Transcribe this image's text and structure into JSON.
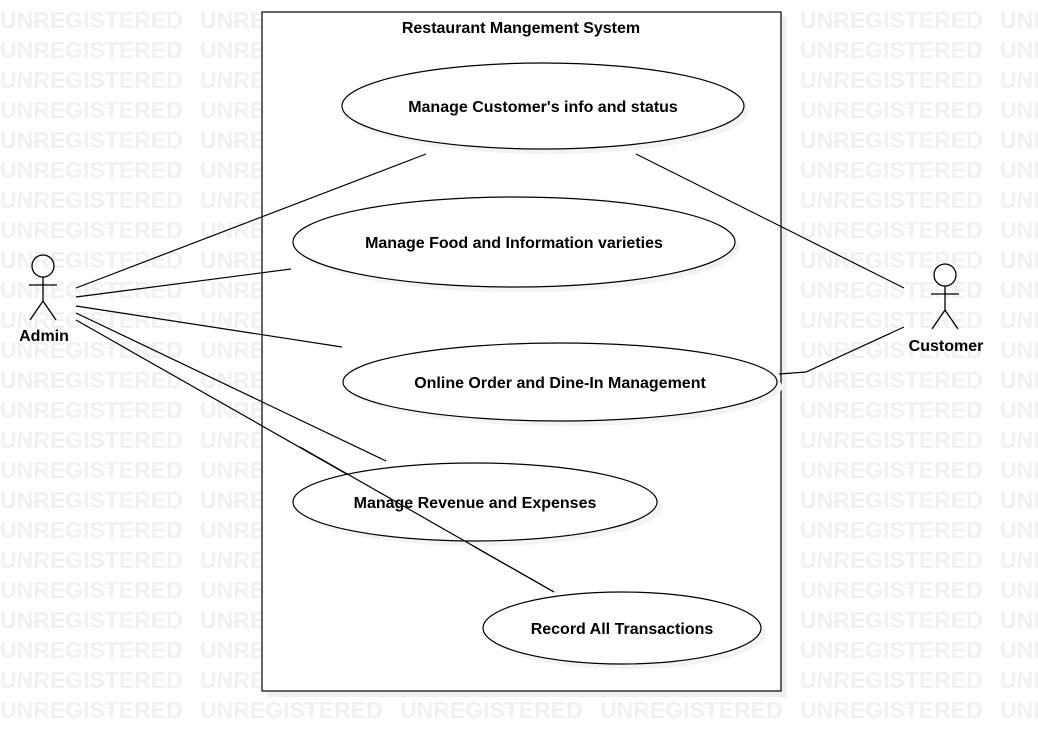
{
  "watermark": {
    "text": "UNREGISTERED",
    "color": "#f1f1f1"
  },
  "system": {
    "title": "Restaurant Mangement System"
  },
  "use_cases": [
    {
      "id": "uc1",
      "label": "Manage Customer's info and status"
    },
    {
      "id": "uc2",
      "label": "Manage Food and Information varieties"
    },
    {
      "id": "uc3",
      "label": "Online Order and Dine-In Management"
    },
    {
      "id": "uc4",
      "label": "Manage Revenue and Expenses"
    },
    {
      "id": "uc5",
      "label": "Record All Transactions"
    }
  ],
  "actors": [
    {
      "id": "admin",
      "label": "Admin"
    },
    {
      "id": "customer",
      "label": "Customer"
    }
  ],
  "associations": [
    {
      "from": "admin",
      "to": "uc1"
    },
    {
      "from": "admin",
      "to": "uc2"
    },
    {
      "from": "admin",
      "to": "uc3"
    },
    {
      "from": "admin",
      "to": "uc4"
    },
    {
      "from": "admin",
      "to": "uc5"
    },
    {
      "from": "customer",
      "to": "uc1"
    },
    {
      "from": "customer",
      "to": "uc3"
    }
  ]
}
